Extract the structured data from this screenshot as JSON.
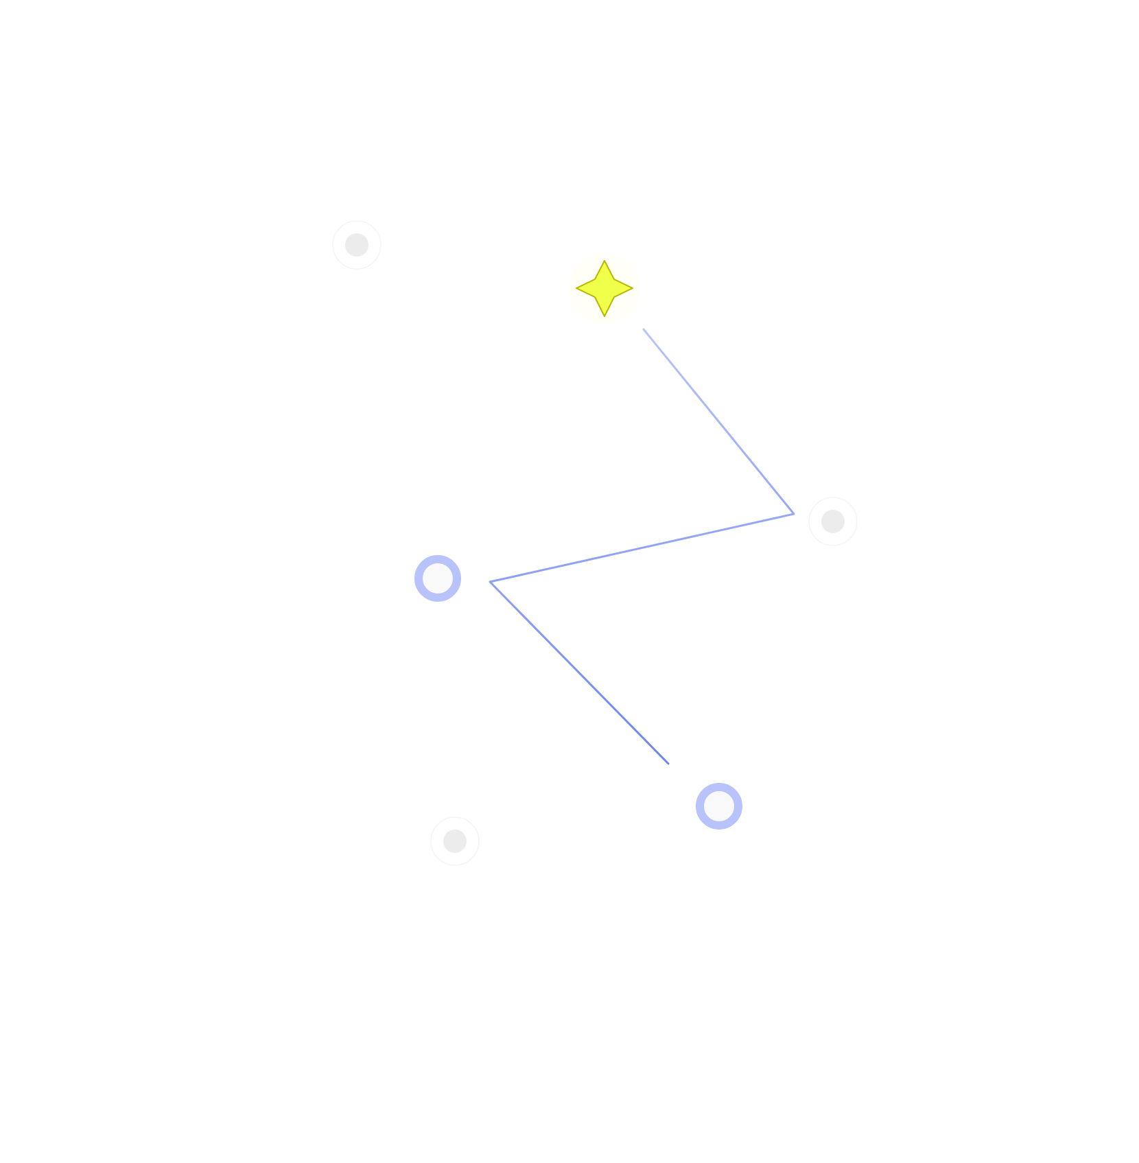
{
  "colors": {
    "background": "#ffffff",
    "star_fill": "#f0ff4a",
    "star_stroke": "#b5b800",
    "path_start": "#b9c4f7",
    "path_end": "#6b83f5",
    "visited_ring": "#b7c3fa",
    "node_fill": "#f9f9f9",
    "idle_dot": "#ececec",
    "idle_ring": "#f6f6f6"
  },
  "board": {
    "nodes": [
      {
        "state": "idle"
      },
      {
        "state": "goal-star"
      },
      {
        "state": "idle"
      },
      {
        "state": "visited"
      },
      {
        "state": "visited"
      },
      {
        "state": "idle"
      }
    ]
  }
}
